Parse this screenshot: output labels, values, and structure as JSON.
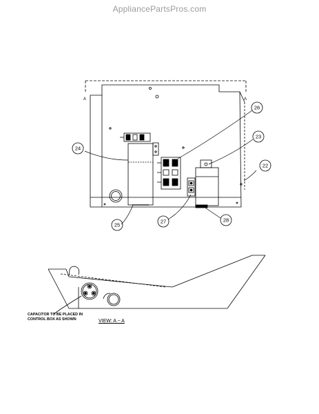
{
  "watermark": "AppliancePartsPros.com",
  "callouts": [
    {
      "id": "c22",
      "label": "22"
    },
    {
      "id": "c23",
      "label": "23"
    },
    {
      "id": "c24",
      "label": "24"
    },
    {
      "id": "c25",
      "label": "25"
    },
    {
      "id": "c26",
      "label": "26"
    },
    {
      "id": "c27",
      "label": "27"
    },
    {
      "id": "c28",
      "label": "28"
    }
  ],
  "section_marks": {
    "left": "A",
    "right": "A"
  },
  "note": {
    "line1": "CAPACITOR TO BE PLACED IN",
    "line2": "CONTROL BOX AS SHOWN"
  },
  "view_label": "VIEW: A ~ A"
}
